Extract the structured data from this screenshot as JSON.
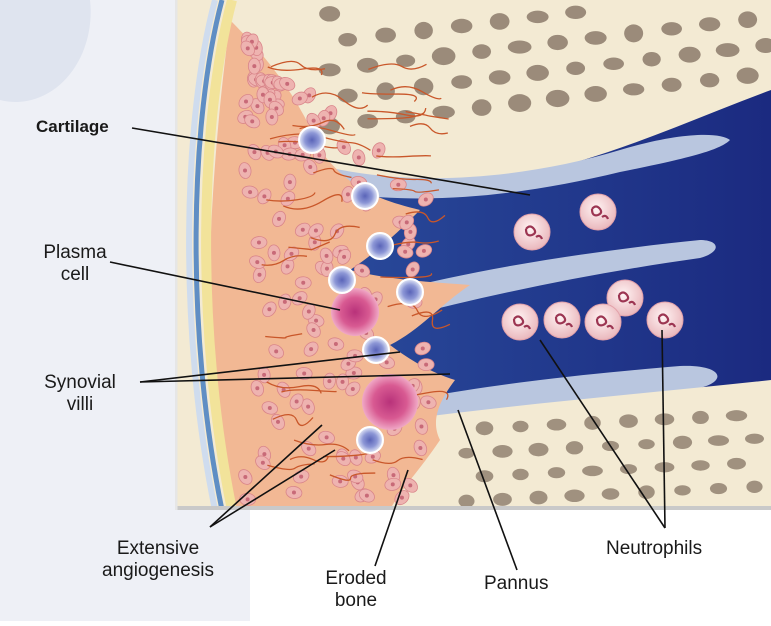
{
  "labels": {
    "cartilage": "Cartilage",
    "plasma_cell_1": "Plasma",
    "plasma_cell_2": "cell",
    "synovial_villi_1": "Synovial",
    "synovial_villi_2": "villi",
    "extensive_angiogenesis_1": "Extensive",
    "extensive_angiogenesis_2": "angiogenesis",
    "eroded_bone_1": "Eroded",
    "eroded_bone_2": "bone",
    "pannus": "Pannus",
    "neutrophils": "Neutrophils"
  },
  "colors": {
    "background": "#ffffff",
    "panel_bg": "#eef0f6",
    "bone": "#f3ead3",
    "bone_pore": "#8b7a6a",
    "joint_space": "#1f2f8a",
    "joint_space_light": "#3b63b0",
    "cartilage": "#b9c6df",
    "synovium": "#f2b894",
    "cell_pink": "#eeb3b0",
    "plasma_cell": "#d64a85",
    "neutrophil": "#f4d3d6",
    "capsule_blue": "#5f8ec4",
    "capsule_yellow": "#f2e39a",
    "leader_line": "#111111"
  }
}
